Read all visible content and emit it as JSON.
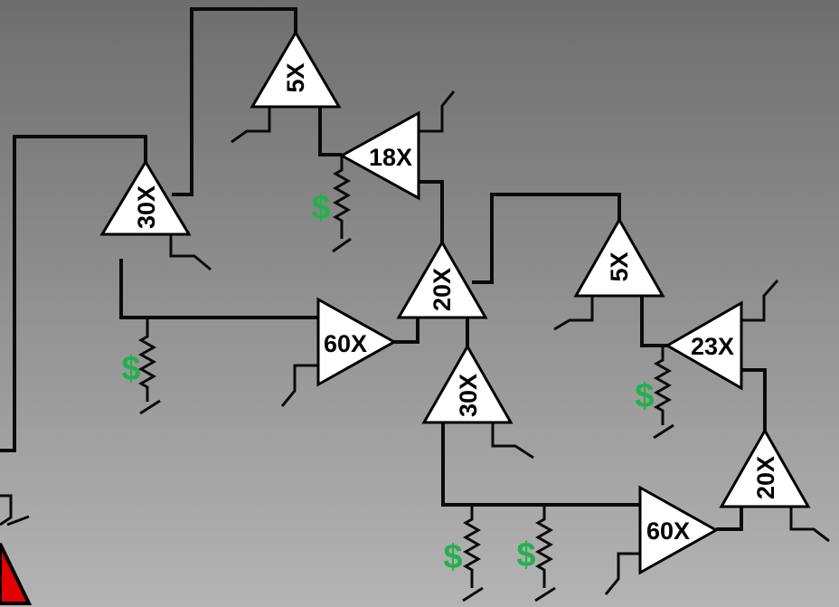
{
  "colors": {
    "background_top": "#6e6e6e",
    "background_bottom": "#b4b4b4",
    "wire": "#0a0a0a",
    "amplifier_fill": "#ffffff",
    "cost_symbol": "#22b14c",
    "warning": "#e00000"
  },
  "amplifiers": [
    {
      "id": "amp-5x-top",
      "gain": "5X"
    },
    {
      "id": "amp-18x",
      "gain": "18X"
    },
    {
      "id": "amp-30x-left",
      "gain": "30X"
    },
    {
      "id": "amp-20x-center",
      "gain": "20X"
    },
    {
      "id": "amp-5x-right",
      "gain": "5X"
    },
    {
      "id": "amp-60x-left",
      "gain": "60X"
    },
    {
      "id": "amp-23x",
      "gain": "23X"
    },
    {
      "id": "amp-30x-center",
      "gain": "30X"
    },
    {
      "id": "amp-20x-right",
      "gain": "20X"
    },
    {
      "id": "amp-60x-bottom",
      "gain": "60X"
    }
  ],
  "cost_symbols": [
    "$",
    "$",
    "$",
    "$",
    "$"
  ],
  "warning_icon": "warning-triangle-icon"
}
